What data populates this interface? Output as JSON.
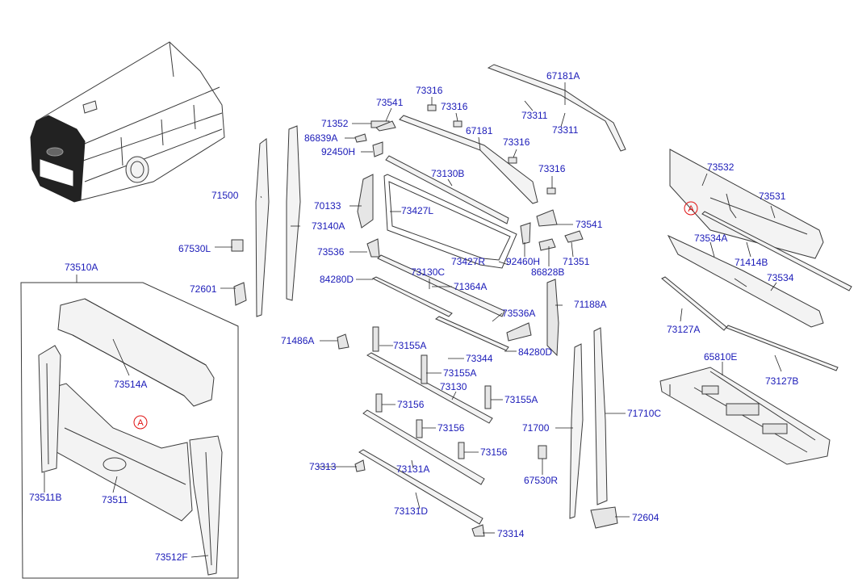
{
  "labels": {
    "p67181A": "67181A",
    "p73316a": "73316",
    "p73541a": "73541",
    "p73316b": "73316",
    "p73311a": "73311",
    "p71352": "71352",
    "p67181": "67181",
    "p73311b": "73311",
    "p86839A": "86839A",
    "p73316c": "73316",
    "p92450H": "92450H",
    "p73532": "73532",
    "p73130B": "73130B",
    "p73316d": "73316",
    "p71500": "71500",
    "p73531": "73531",
    "p70133": "70133",
    "p73427L": "73427L",
    "p73541b": "73541",
    "p73140A": "73140A",
    "p67530L": "67530L",
    "p73536": "73536",
    "p73534A": "73534A",
    "p73427R": "73427R",
    "p92460H": "92460H",
    "p71351": "71351",
    "p73510A": "73510A",
    "p71414B": "71414B",
    "p73130C": "73130C",
    "p86828B": "86828B",
    "p72601": "72601",
    "p84280Da": "84280D",
    "p71364A": "71364A",
    "p73534": "73534",
    "p71188A": "71188A",
    "p73536A": "73536A",
    "p73127A": "73127A",
    "p71486A": "71486A",
    "p73155Aa": "73155A",
    "p84280Db": "84280D",
    "p73344": "73344",
    "p65810E": "65810E",
    "p73155Ab": "73155A",
    "p73514A": "73514A",
    "p73127B": "73127B",
    "p73130": "73130",
    "p73155Ac": "73155A",
    "p73156a": "73156",
    "p71710C": "71710C",
    "p71700": "71700",
    "p73156b": "73156",
    "p73156c": "73156",
    "p73511B": "73511B",
    "p73313": "73313",
    "p73131A": "73131A",
    "p67530R": "67530R",
    "p73511": "73511",
    "p73131D": "73131D",
    "p72604": "72604",
    "p73314": "73314",
    "p73512F": "73512F"
  },
  "refs": {
    "refA1": "A",
    "refA2": "A"
  },
  "colors": {
    "label": "#1a1ab8",
    "reference": "#e01010",
    "line": "#3a3a3a"
  }
}
